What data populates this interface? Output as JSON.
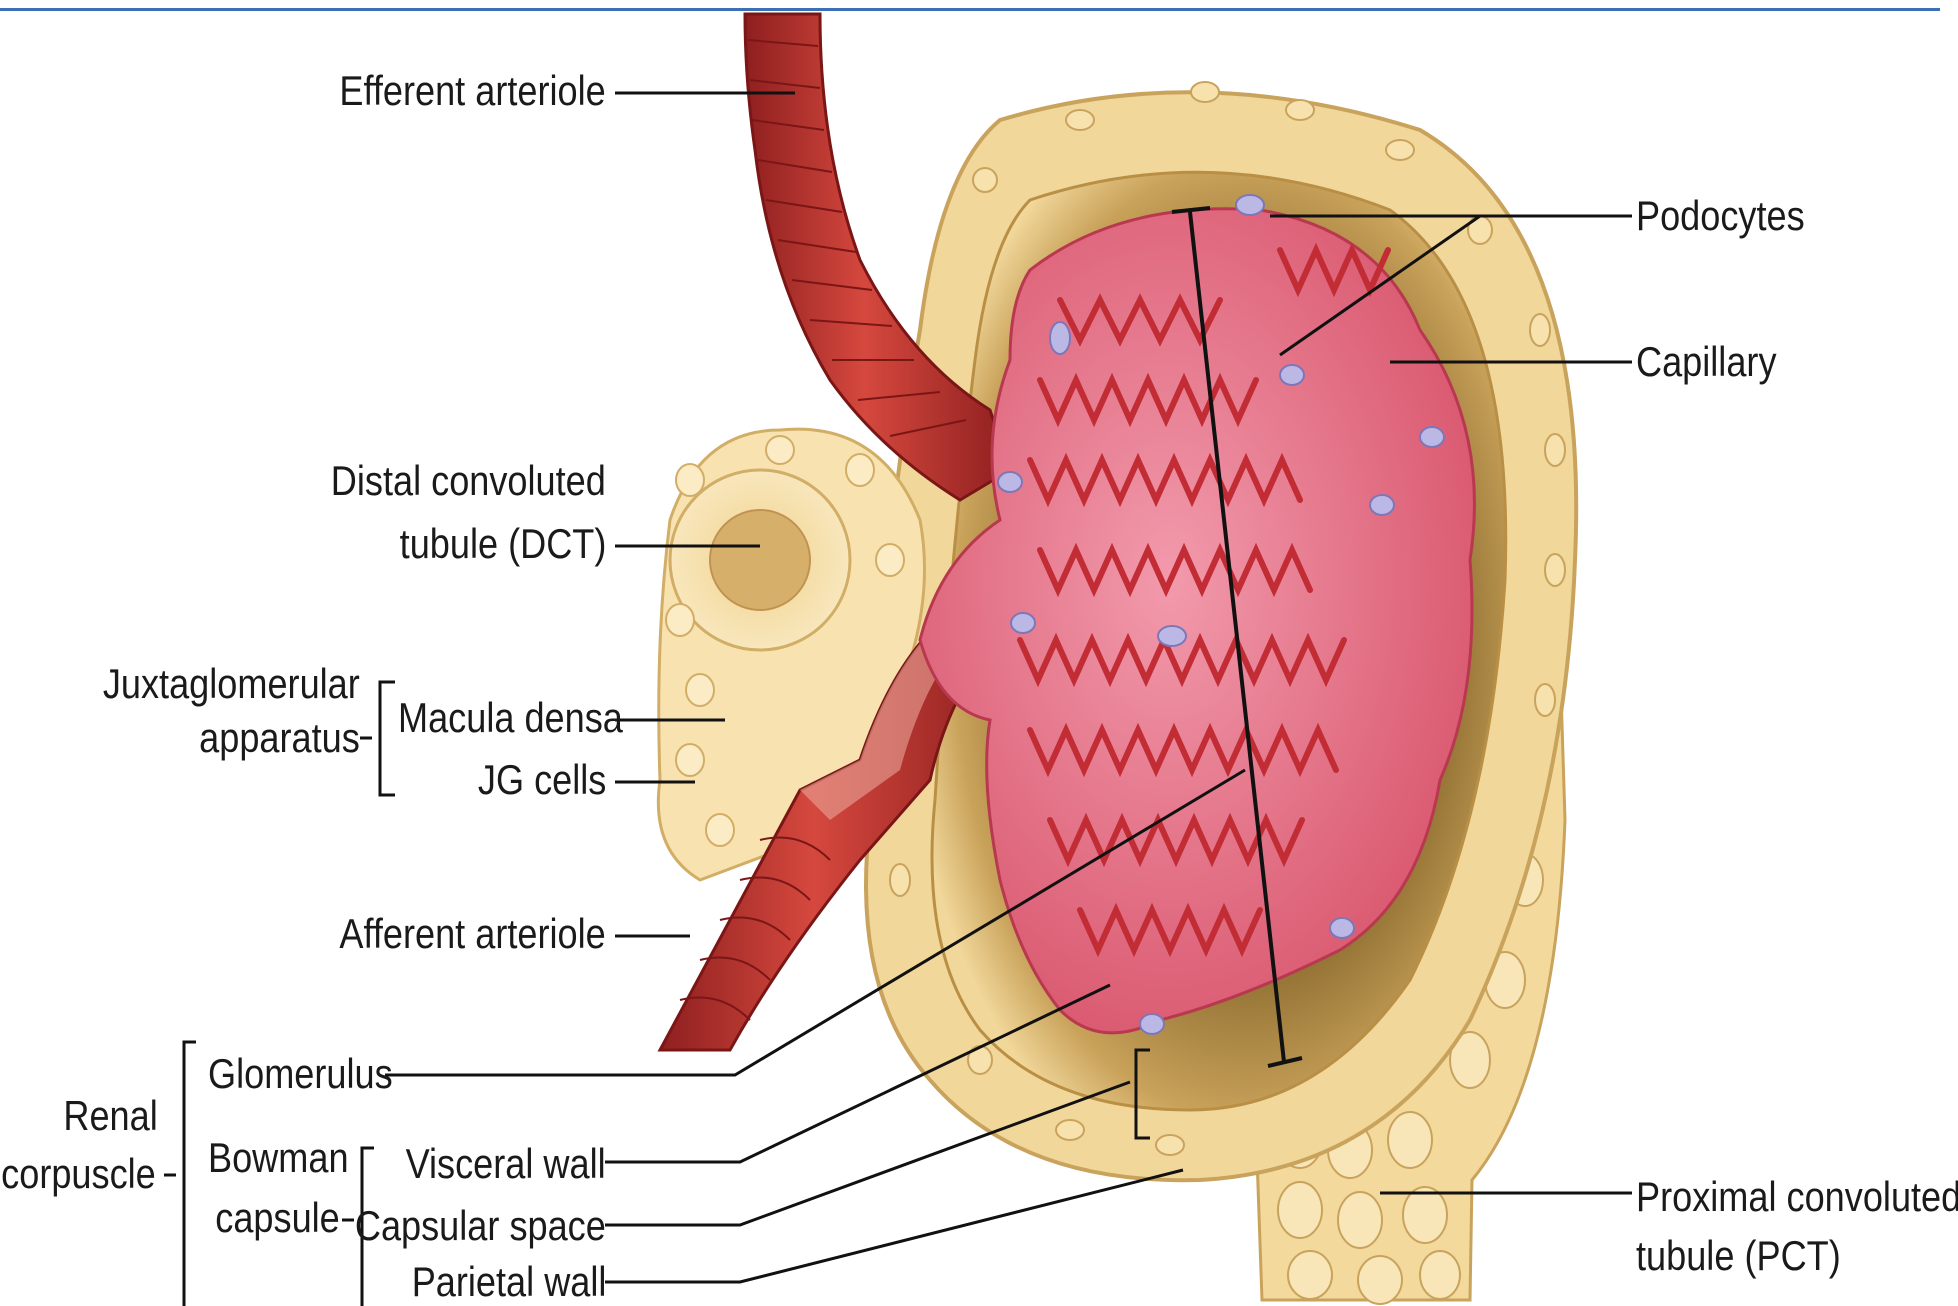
{
  "labels": {
    "efferent_arteriole": "Efferent arteriole",
    "distal_line1": "Distal convoluted",
    "distal_line2": "tubule (DCT)",
    "juxta_line1": "Juxtaglomerular",
    "juxta_line2": "apparatus",
    "macula_densa": "Macula densa",
    "jg_cells": "JG cells",
    "afferent_arteriole": "Afferent arteriole",
    "renal_line1": "Renal",
    "renal_line2": "corpuscle",
    "glomerulus": "Glomerulus",
    "bowman_line1": "Bowman",
    "bowman_line2": "capsule",
    "visceral_wall": "Visceral wall",
    "capsular_space": "Capsular space",
    "parietal_wall": "Parietal wall",
    "podocytes": "Podocytes",
    "capillary": "Capillary",
    "proximal_line1": "Proximal convoluted",
    "proximal_line2": "tubule (PCT)"
  },
  "colors": {
    "frame_line": "#3d6fb5",
    "capsule": "#efcf8a",
    "capsule_inner": "#b98f45",
    "arteriole": "#c83a32",
    "glomerulus": "#e77a8e",
    "capillary": "#c22d35",
    "nucleus": "#b9b6e3",
    "leader": "#111111"
  }
}
